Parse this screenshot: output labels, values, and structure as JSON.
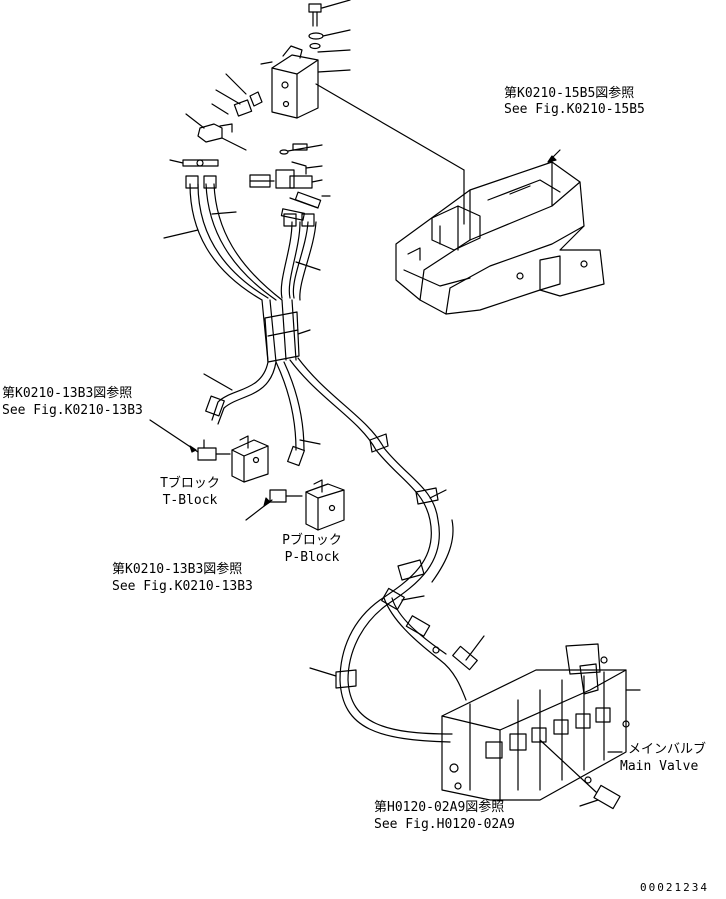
{
  "labels": {
    "ref_cab_jp": "第K0210-15B5図参照",
    "ref_cab_en": "See Fig.K0210-15B5",
    "ref_tblock_jp": "第K0210-13B3図参照",
    "ref_tblock_en": "See Fig.K0210-13B3",
    "tblock_jp": "Tブロック",
    "tblock_en": "T-Block",
    "pblock_jp": "Pブロック",
    "pblock_en": "P-Block",
    "ref_pblock_jp": "第K0210-13B3図参照",
    "ref_pblock_en": "See Fig.K0210-13B3",
    "mainvalve_jp": "メインバルブ",
    "mainvalve_en": "Main Valve",
    "ref_mainvalve_jp": "第H0120-02A9図参照",
    "ref_mainvalve_en": "See Fig.H0120-02A9",
    "drawing_no": "00021234"
  },
  "colors": {
    "line": "#000000",
    "background": "#ffffff"
  }
}
